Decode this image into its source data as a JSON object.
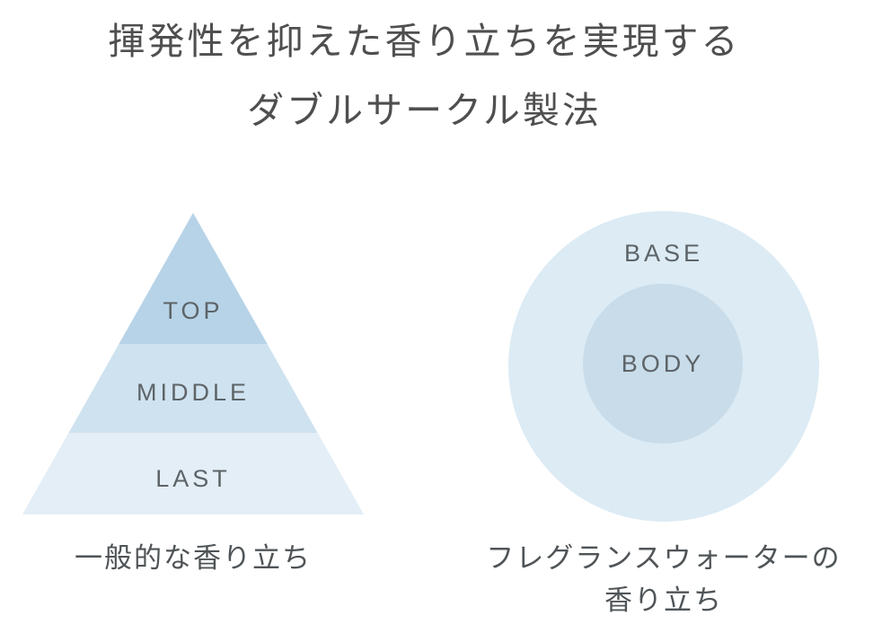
{
  "page": {
    "background": "#ffffff"
  },
  "title": {
    "line1": "揮発性を抑えた香り立ちを実現する",
    "line2": "ダブルサークル製法"
  },
  "pyramid": {
    "caption": "一般的な香り立ち",
    "levels": [
      {
        "label": "TOP",
        "color": "#b7d3e7"
      },
      {
        "label": "MIDDLE",
        "color": "#cfe2ef"
      },
      {
        "label": "LAST",
        "color": "#e3eef6"
      }
    ]
  },
  "double_circle": {
    "outer": {
      "label": "BASE",
      "color": "#dcebf4"
    },
    "inner": {
      "label": "BODY",
      "color": "#c8dcea"
    },
    "caption_line1": "フレグランスウォーターの",
    "caption_line2": "香り立ち"
  },
  "text_colors": {
    "title": "#4f4f4f",
    "diagram_label": "#5d6468",
    "caption": "#4f5457"
  }
}
